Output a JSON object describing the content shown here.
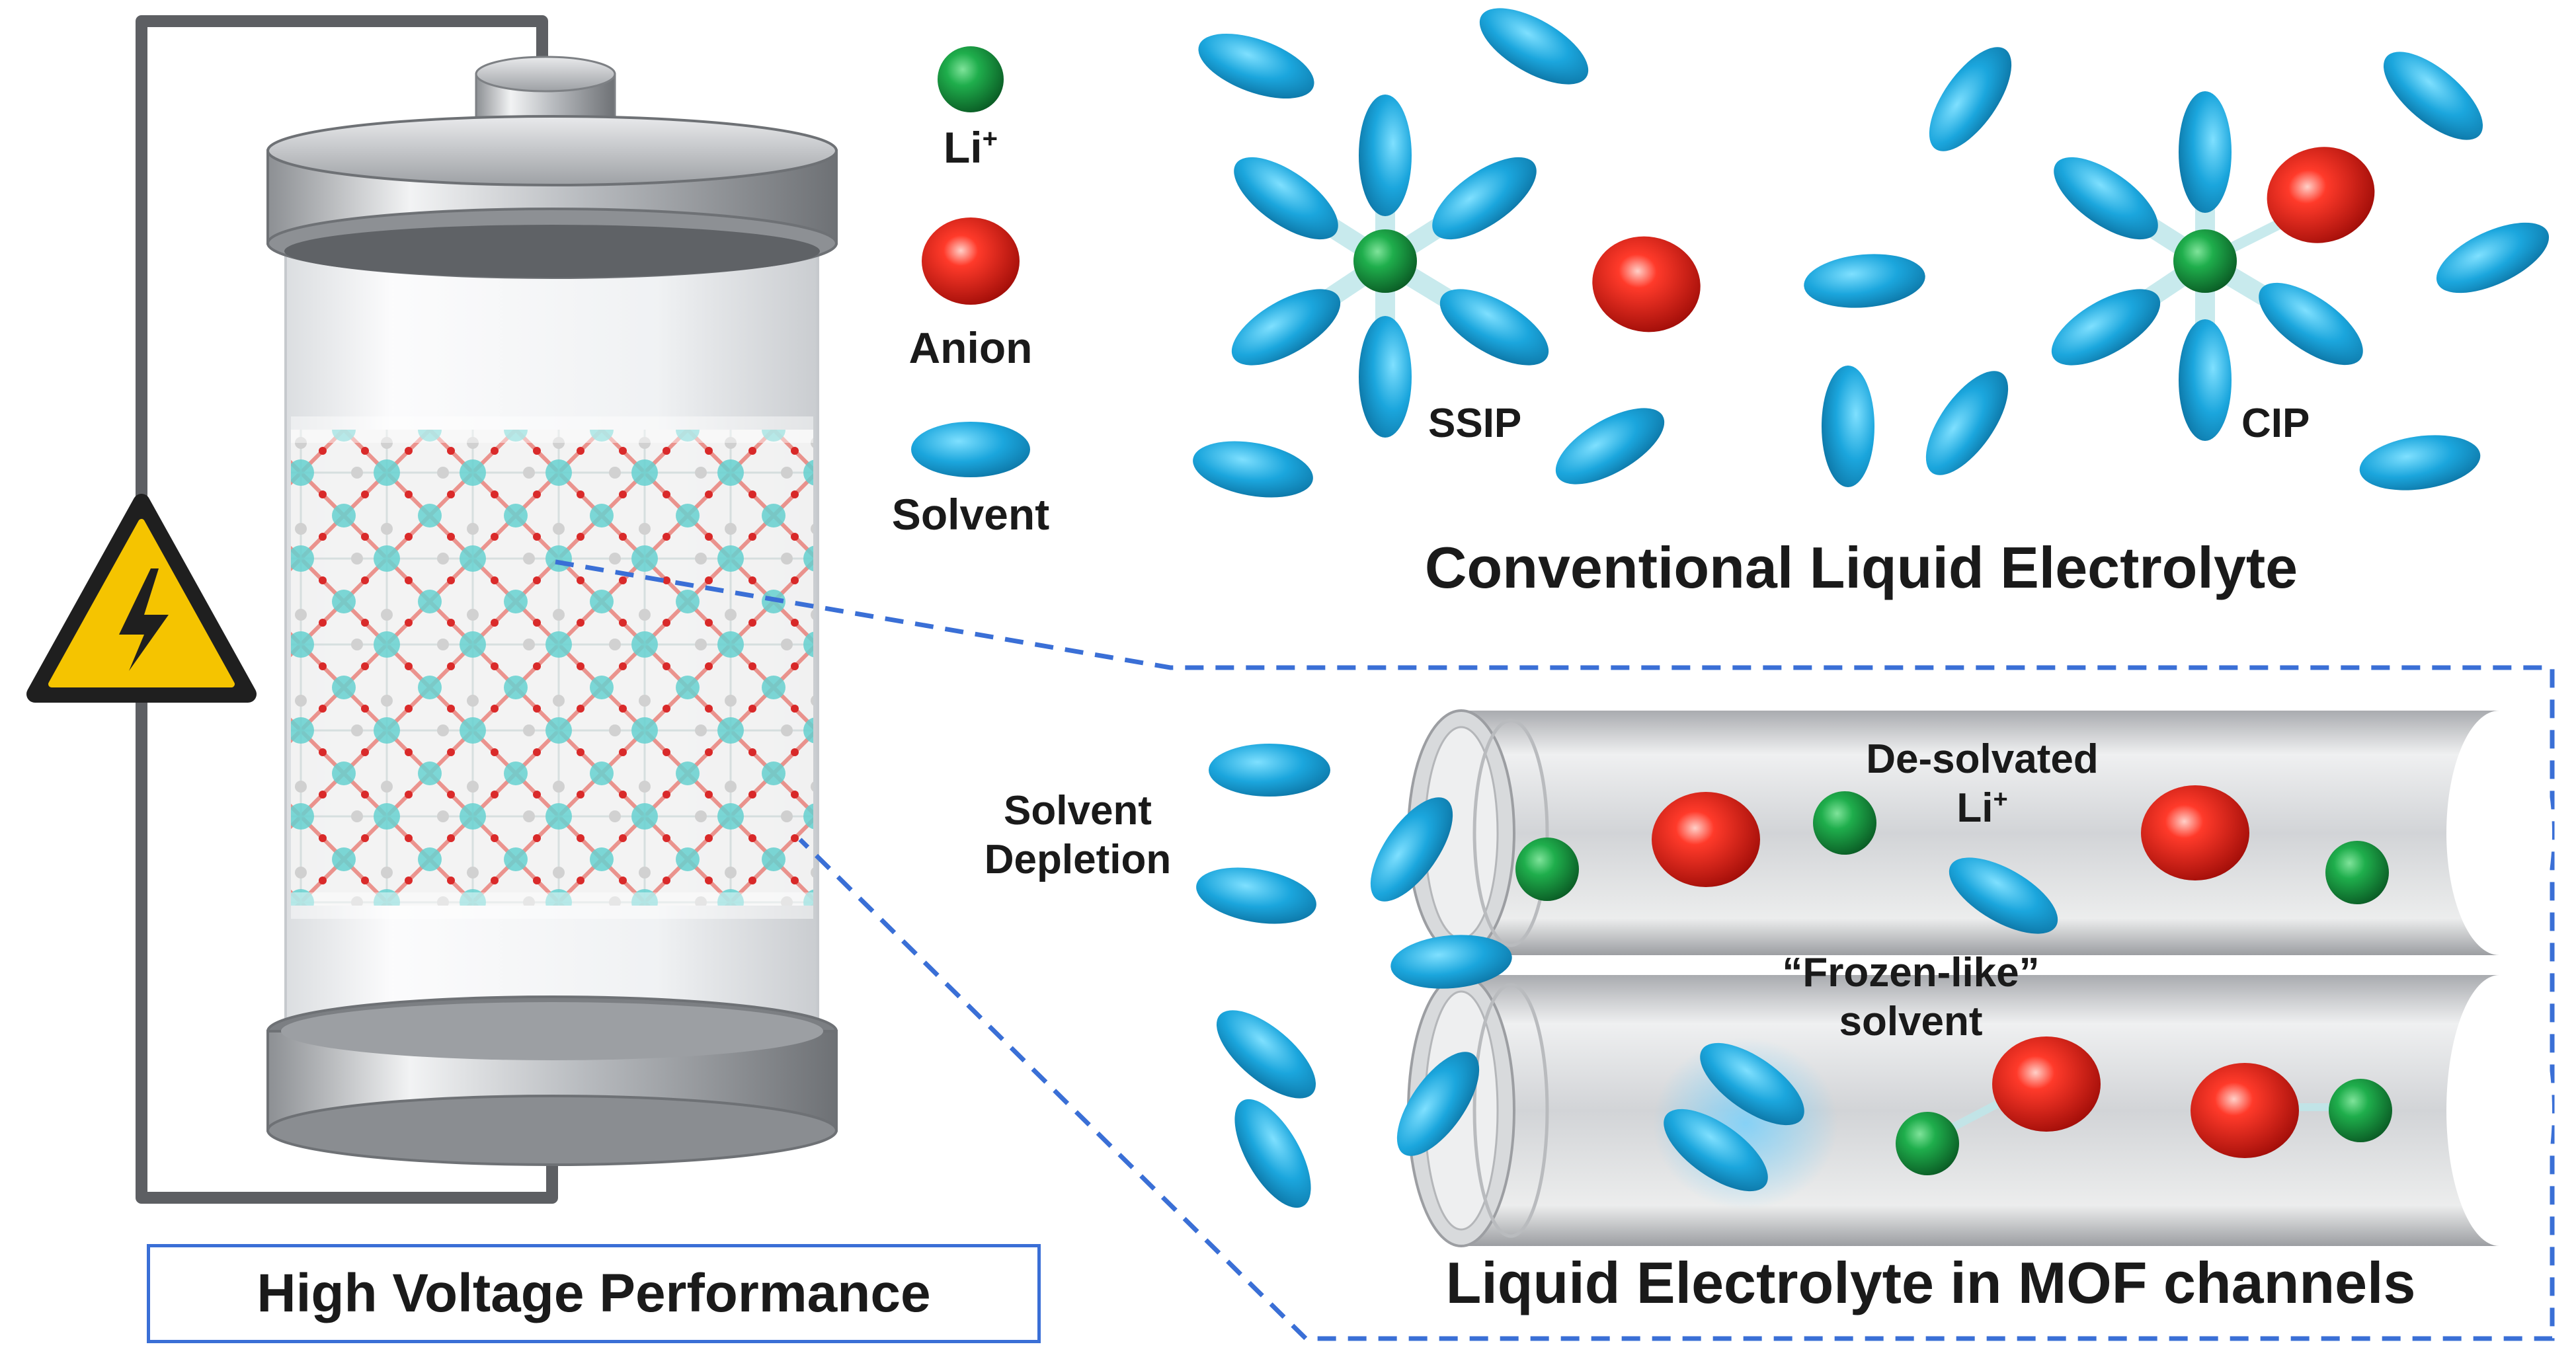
{
  "legend": {
    "li_label": "Li",
    "li_sup": "+",
    "anion_label": "Anion",
    "solvent_label": "Solvent"
  },
  "conventional": {
    "title": "Conventional Liquid Electrolyte",
    "ssip_label": "SSIP",
    "cip_label": "CIP"
  },
  "mof": {
    "title": "Liquid Electrolyte in MOF channels",
    "desolvated_line1": "De-solvated",
    "desolvated_line2": "Li",
    "desolvated_sup": "+",
    "frozen_line1": "“Frozen-like”",
    "frozen_line2": "solvent",
    "depletion_line1": "Solvent",
    "depletion_line2": "Depletion"
  },
  "battery": {
    "caption": "High Voltage Performance",
    "warning_icon": "high-voltage-warning-icon"
  },
  "colors": {
    "li": "#17a34a",
    "anion": "#e0201b",
    "solvent": "#1ba6dd",
    "frame": "#3a6fd6",
    "warning": "#f5c400",
    "channel": "#c9cacc"
  }
}
